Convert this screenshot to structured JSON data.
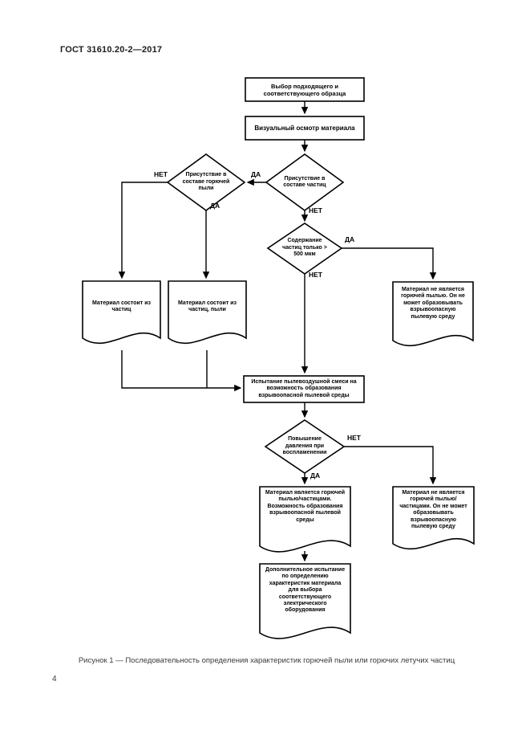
{
  "page": {
    "header": "ГОСТ 31610.20-2—2017",
    "page_number": "4",
    "caption": "Рисунок 1 — Последовательность определения характеристик горючей пыли или горючих летучих частиц"
  },
  "flowchart": {
    "yes": "ДА",
    "no": "НЕТ",
    "nodes": {
      "select_sample": "Выбор подходящего и соответствующего образца",
      "visual_inspection": "Визуальный осмотр материала",
      "particles_present": "Присутствие в составе частиц",
      "dust_present": "Присутствие в составе горючей пыли",
      "particles_over_500": "Содержание частиц только > 500 мкм",
      "not_combustible_dust": "Материал не является горючей пылью. Он не может образовывать взрывоопасную пылевую среду",
      "consists_of_particles": "Материал состоит из частиц",
      "consists_of_dust_particles": "Материал состоит из частиц, пыли",
      "test_mixture": "Испытание пылевоздушной смеси на возможность образования взрывоопасной пылевой среды",
      "pressure_rise": "Повышение давления при воспламенении",
      "is_combustible": "Материал является горючей пылью/частицами. Возможность образования взрывоопасной пылевой среды",
      "not_combustible": "Материал не является горючей пылью/частицами. Он не может образовывать взрывоопасную пылевую среду",
      "additional_test": "Дополнительное испытание по определению характеристик материала для выбора соответствующего электрического оборудования"
    }
  }
}
